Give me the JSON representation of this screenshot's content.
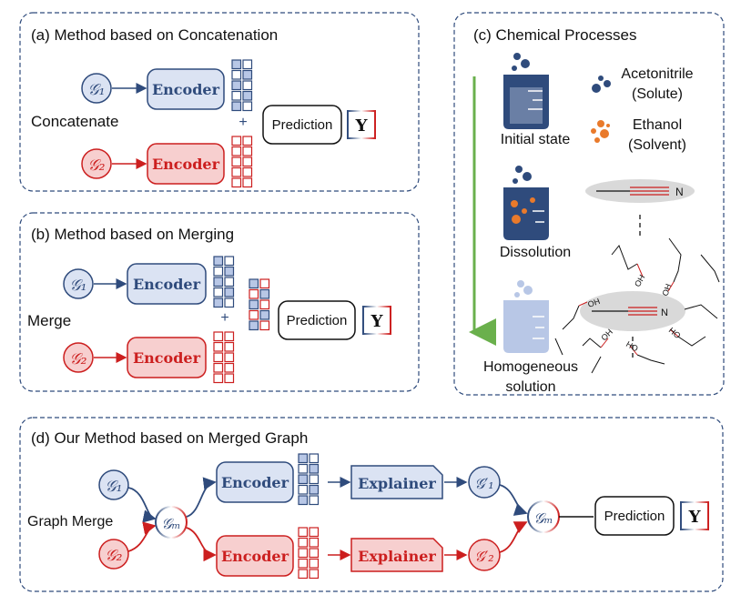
{
  "colors": {
    "blue": "#2f4b7c",
    "blue_fill": "#dbe3f3",
    "red": "#cc1f1f",
    "red_fill": "#f7cfcf",
    "panel_border": "#2f4b7c",
    "green_arrow": "#6ab04c",
    "orange": "#e97a2b"
  },
  "panel_a": {
    "title": "(a) Method based on Concatenation",
    "g1": "𝒢₁",
    "g2": "𝒢₂",
    "encoder1": "Encoder",
    "encoder2": "Encoder",
    "side_label": "Concatenate",
    "plus": "+",
    "prediction": "Prediction",
    "output": "Y"
  },
  "panel_b": {
    "title": "(b) Method based on Merging",
    "g1": "𝒢₁",
    "g2": "𝒢₂",
    "encoder1": "Encoder",
    "encoder2": "Encoder",
    "side_label": "Merge",
    "plus": "+",
    "prediction": "Prediction",
    "output": "Y"
  },
  "panel_c": {
    "title": "(c) Chemical Processes",
    "initial_state": "Initial state",
    "dissolution": "Dissolution",
    "homogeneous_line1": "Homogeneous",
    "homogeneous_line2": "solution",
    "solute_line1": "Acetonitrile",
    "solute_line2": "(Solute)",
    "solvent_line1": "Ethanol",
    "solvent_line2": "(Solvent)",
    "nitrogen": "N",
    "oh": "OH",
    "ho": "HO"
  },
  "panel_d": {
    "title": "(d) Our Method based on Merged Graph",
    "g1": "𝒢₁",
    "g2": "𝒢₂",
    "gm": "𝒢ₘ",
    "g1_prime": "𝒢′₁",
    "g2_prime": "𝒢′₂",
    "side_label": "Graph Merge",
    "encoder1": "Encoder",
    "encoder2": "Encoder",
    "explainer1": "Explainer",
    "explainer2": "Explainer",
    "prediction": "Prediction",
    "output": "Y"
  }
}
